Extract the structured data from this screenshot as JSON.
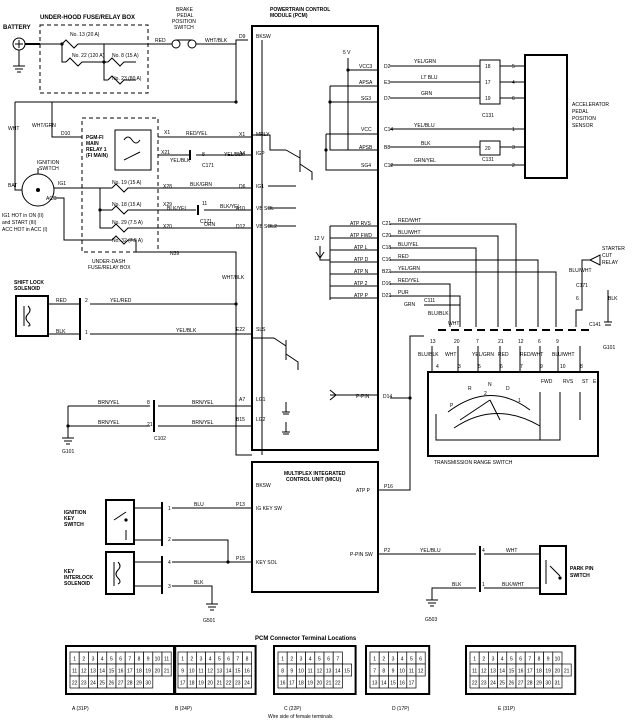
{
  "components": {
    "battery": "BATTERY",
    "underhood_box": [
      "UNDER-HOOD FUSE/RELAY BOX"
    ],
    "fuses_top": [
      "No. 13 (20 A)",
      "No. 22 (120 A)",
      "No. 8 (15 A)",
      "No. 23 (80 A)"
    ],
    "brake_switch": [
      "BRAKE",
      "PEDAL",
      "POSITION",
      "SWITCH"
    ],
    "pcm": [
      "POWERTRAIN CONTROL",
      "MODULE (PCM)"
    ],
    "pgm_relay": [
      "PGM-FI",
      "MAIN",
      "RELAY 1",
      "(FI MAIN)"
    ],
    "ignition_switch": [
      "IGNITION",
      "SWITCH"
    ],
    "ig_note": [
      "IG1 HOT in ON (II)",
      "and START (III)",
      "ACC HOT in ACC (I)"
    ],
    "fuses_dash": [
      "No. 19 (15 A)",
      "No. 18 (15 A)",
      "No. 29 (7.5 A)",
      "No. 32 (7.5 A)"
    ],
    "underdash_box": [
      "UNDER-DASH",
      "FUSE/RELAY BOX"
    ],
    "shift_lock": [
      "SHIFT LOCK",
      "SOLENOID"
    ],
    "accel_sensor": [
      "ACCELERATOR",
      "PEDAL",
      "POSITION",
      "SENSOR"
    ],
    "starter_cut": [
      "STARTER",
      "CUT",
      "RELAY"
    ],
    "trans_range": [
      "TRANSMISSION RANGE SWITCH"
    ],
    "micu": [
      "MULTIPLEX INTEGRATED",
      "CONTROL UNIT (MICU)"
    ],
    "ign_key_switch": [
      "IGNITION",
      "KEY",
      "SWITCH"
    ],
    "key_interlock": [
      "KEY",
      "INTERLOCK",
      "SOLENOID"
    ],
    "park_pin": [
      "PARK PIN",
      "SWITCH"
    ]
  },
  "wire_labels": {
    "red": "RED",
    "wht_blk": "WHT/BLK",
    "wht": "WHT",
    "wht_grn": "WHT/GRN",
    "red_yel": "RED/YEL",
    "yel_blk": "YEL/BLK",
    "blk_grn": "BLK/GRN",
    "blk_yel": "BLK/YEL",
    "orn": "ORN",
    "yel_red": "YEL/RED",
    "blk": "BLK",
    "brn_yel": "BRN/YEL",
    "yel_grn": "YEL/GRN",
    "lt_blu": "LT BLU",
    "grn": "GRN",
    "yel_blu": "YEL/BLU",
    "grn_yel": "GRN/YEL",
    "red_wht": "RED/WHT",
    "blu_yel": "BLU/YEL",
    "pur": "PUR",
    "blu_blk": "BLU/BLK",
    "blu_wht": "BLU/WHT",
    "blu": "BLU",
    "blk_wht": "BLK/WHT"
  },
  "terminals": {
    "pcm_left": [
      "D9",
      "X1",
      "A4",
      "D6",
      "A10",
      "D12",
      "E22",
      "A7",
      "B15"
    ],
    "pcm_left_names": [
      "BKSW",
      "MRLY",
      "IGP",
      "IG1",
      "VB SOL",
      "VB SOL2",
      "SLS",
      "LG1",
      "LG2"
    ],
    "pcm_right": [
      "D2",
      "E3",
      "D7",
      "C14",
      "B8",
      "C12",
      "C21",
      "C20",
      "C18",
      "C16",
      "B22",
      "D16",
      "D22",
      "D14"
    ],
    "pcm_right_names": [
      "VCC3",
      "APSA",
      "SG3",
      "VCC",
      "APSB",
      "SG4",
      "ATP RVS",
      "ATP FWD",
      "ATP L",
      "ATP D",
      "ATP N",
      "ATP 2",
      "ATP P",
      "P-PIN"
    ],
    "micu_left": [
      "P13",
      "P15"
    ],
    "micu_left_names": [
      "BKSW",
      "IG KEY SW",
      "KEY SOL"
    ],
    "micu_right": [
      "P16",
      "P2"
    ],
    "micu_right_names": [
      "ATP P",
      "P-PIN SW"
    ],
    "connectors": [
      "C171",
      "C111",
      "C101",
      "C102",
      "C141",
      "C131"
    ],
    "grounds": [
      "G101",
      "G101",
      "G501",
      "G503"
    ],
    "misc": [
      "5 V",
      "12 V",
      "X21",
      "X28",
      "X29",
      "X20",
      "X39",
      "D10",
      "N39",
      "IG1",
      "ACC",
      "BAT"
    ],
    "trans_positions": [
      "P",
      "R",
      "N",
      "D",
      "2",
      "1",
      "FWD",
      "RVS",
      "ST",
      "E"
    ]
  },
  "footer": {
    "title": "PCM Connector Terminal Locations",
    "connectors": [
      "A (31P)",
      "B (24P)",
      "C (22P)",
      "D (17P)",
      "E (31P)"
    ],
    "note": "Wire side of female terminals"
  }
}
